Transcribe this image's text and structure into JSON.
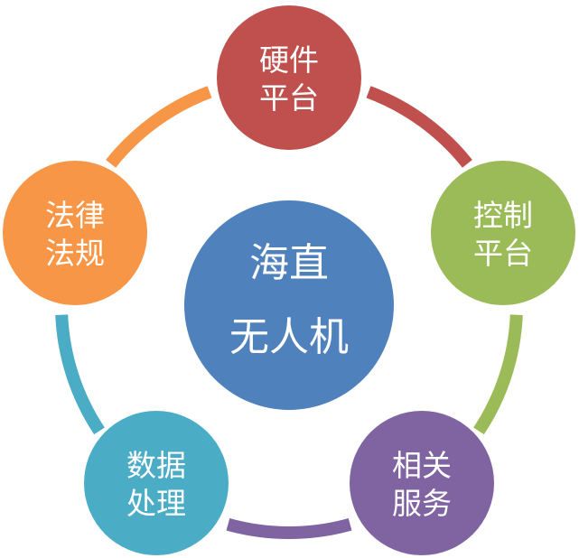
{
  "center": {
    "lines": [
      "海直",
      "无人机"
    ],
    "color": "#4f81bd"
  },
  "nodes": [
    {
      "id": "hardware-platform",
      "lines": [
        "硬件",
        "平台"
      ],
      "color": "#c0504d"
    },
    {
      "id": "control-platform",
      "lines": [
        "控制",
        "平台"
      ],
      "color": "#9bbb59"
    },
    {
      "id": "related-services",
      "lines": [
        "相关",
        "服务"
      ],
      "color": "#8064a2"
    },
    {
      "id": "data-processing",
      "lines": [
        "数据",
        "处理"
      ],
      "color": "#4bacc6"
    },
    {
      "id": "laws-regulations",
      "lines": [
        "法律",
        "法规"
      ],
      "color": "#f79646"
    }
  ]
}
